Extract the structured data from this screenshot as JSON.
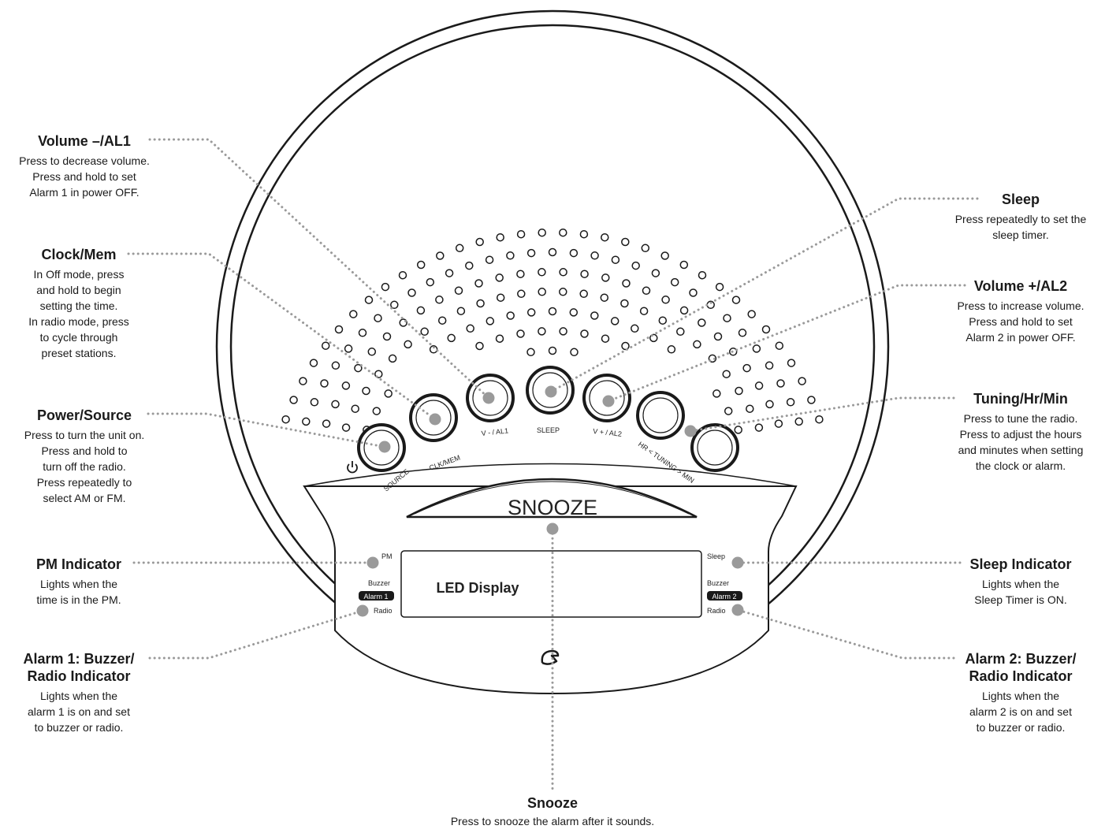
{
  "device": {
    "buttons": {
      "source": "SOURCE",
      "clk_mem": "CLK/MEM",
      "v_minus": "V - / AL1",
      "sleep": "SLEEP",
      "v_plus": "V + / AL2",
      "tuning": "HR < TUNING > MIN"
    },
    "snooze": "SNOOZE",
    "display": "LED Display",
    "left_indicators": {
      "pm": "PM",
      "buzzer": "Buzzer",
      "alarm": "Alarm 1",
      "radio": "Radio"
    },
    "right_indicators": {
      "sleep": "Sleep",
      "buzzer": "Buzzer",
      "alarm": "Alarm 2",
      "radio": "Radio"
    }
  },
  "callouts": {
    "volume_minus": {
      "title": "Volume –/AL1",
      "lines": [
        "Press to decrease volume.",
        "Press and hold to set",
        "Alarm 1 in power OFF."
      ]
    },
    "clock_mem": {
      "title": "Clock/Mem",
      "lines": [
        "In Off mode, press",
        "and hold to begin",
        "setting the time.",
        "In radio mode, press",
        "to cycle through",
        "preset stations."
      ]
    },
    "power_source": {
      "title": "Power/Source",
      "lines": [
        "Press to turn the unit on.",
        "Press and hold to",
        "turn off the radio.",
        "Press repeatedly to",
        "select AM or FM."
      ]
    },
    "pm_indicator": {
      "title": "PM Indicator",
      "lines": [
        "Lights when the",
        "time is in the PM."
      ]
    },
    "alarm1": {
      "title": "Alarm 1: Buzzer/",
      "title2": "Radio Indicator",
      "lines": [
        "Lights when the",
        "alarm 1 is on and set",
        "to buzzer or radio."
      ]
    },
    "sleep": {
      "title": "Sleep",
      "lines": [
        "Press repeatedly to set the",
        "sleep timer."
      ]
    },
    "volume_plus": {
      "title": "Volume +/AL2",
      "lines": [
        "Press to increase volume.",
        "Press and hold to set",
        "Alarm 2 in power OFF."
      ]
    },
    "tuning": {
      "title": "Tuning/Hr/Min",
      "lines": [
        "Press to tune the radio.",
        "Press to adjust the hours",
        "and minutes when setting",
        "the clock or alarm."
      ]
    },
    "sleep_indicator": {
      "title": "Sleep Indicator",
      "lines": [
        "Lights when the",
        "Sleep Timer is ON."
      ]
    },
    "alarm2": {
      "title": "Alarm 2: Buzzer/",
      "title2": "Radio Indicator",
      "lines": [
        "Lights when the",
        "alarm 2 is on and set",
        "to buzzer or radio."
      ]
    },
    "snooze": {
      "title": "Snooze",
      "lines": [
        "Press to snooze the alarm after it sounds."
      ]
    }
  },
  "colors": {
    "leader": "#9a9a9a",
    "outline": "#1a1a1a",
    "indicator": "#9a9a9a"
  }
}
